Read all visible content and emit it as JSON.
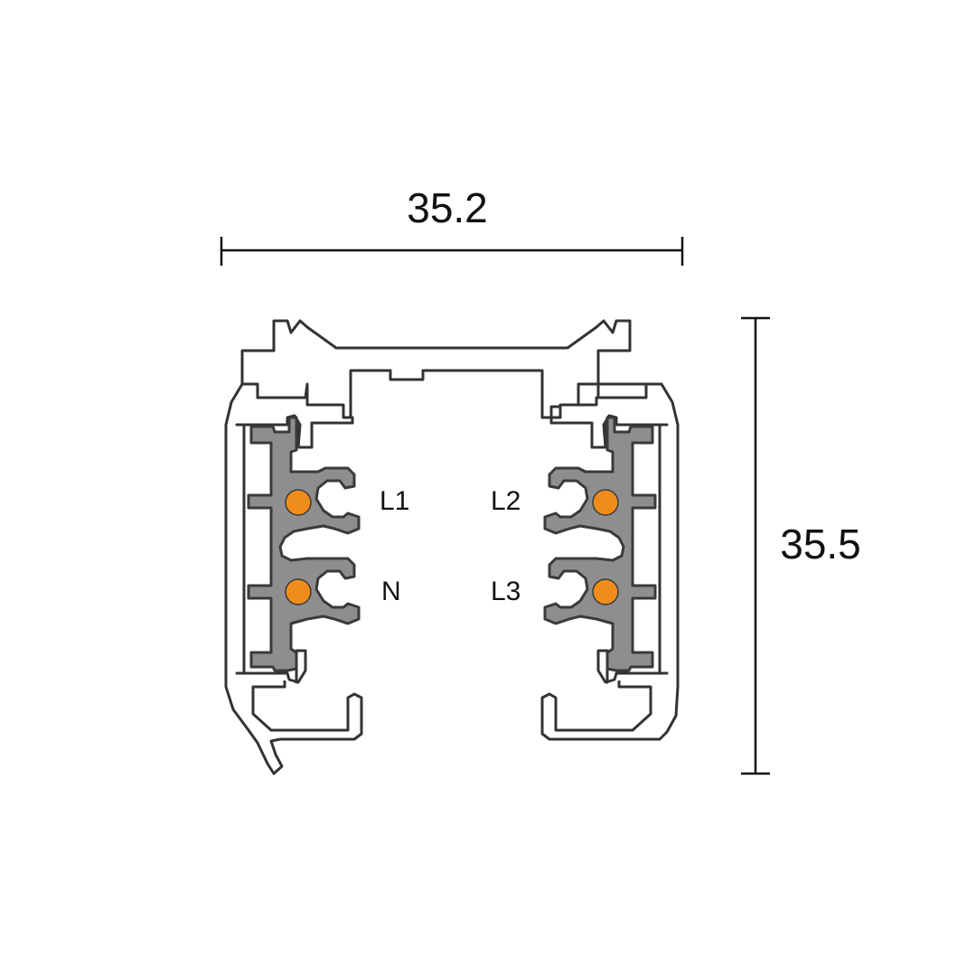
{
  "dimensions": {
    "width_label": "35.2",
    "height_label": "35.5"
  },
  "conductors": {
    "l1": "L1",
    "n": "N",
    "l2": "L2",
    "l3": "L3"
  },
  "colors": {
    "conductor": "#f08c1a",
    "insulator": "#8e8e8e",
    "outline": "#333333"
  }
}
